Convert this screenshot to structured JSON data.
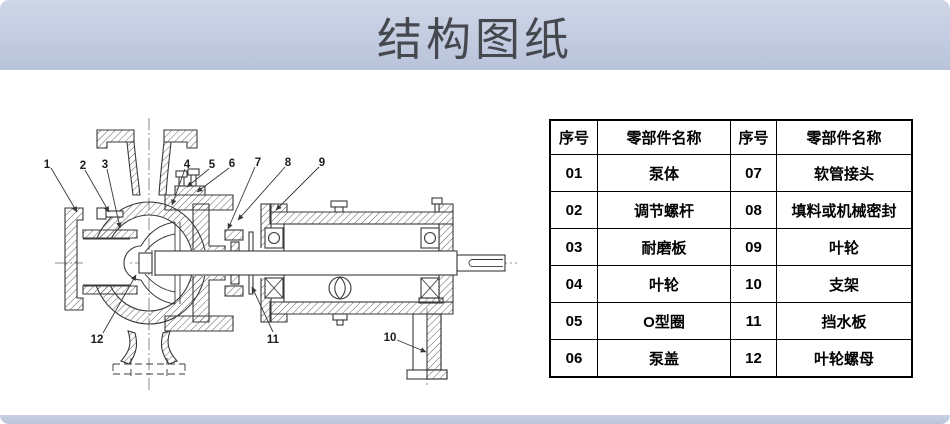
{
  "banner": {
    "title": "结构图纸"
  },
  "parts_table": {
    "headers": [
      "序号",
      "零部件名称",
      "序号",
      "零部件名称"
    ],
    "rows": [
      {
        "no_l": "01",
        "name_l": "泵体",
        "no_r": "07",
        "name_r": "软管接头"
      },
      {
        "no_l": "02",
        "name_l": "调节螺杆",
        "no_r": "08",
        "name_r": "填料或机械密封"
      },
      {
        "no_l": "03",
        "name_l": "耐磨板",
        "no_r": "09",
        "name_r": "叶轮"
      },
      {
        "no_l": "04",
        "name_l": "叶轮",
        "no_r": "10",
        "name_r": "支架"
      },
      {
        "no_l": "05",
        "name_l": "O型圈",
        "no_r": "11",
        "name_r": "挡水板"
      },
      {
        "no_l": "06",
        "name_l": "泵盖",
        "no_r": "12",
        "name_r": "叶轮螺母"
      }
    ]
  },
  "diagram": {
    "description": "pump cross-section drawing",
    "part_labels": [
      "1",
      "2",
      "3",
      "4",
      "5",
      "6",
      "7",
      "8",
      "9",
      "10",
      "11",
      "12"
    ]
  },
  "colors": {
    "banner_bg": "#c3cce0",
    "banner_text": "#45484e",
    "drawing_line": "#383838",
    "table_border": "#000000"
  }
}
